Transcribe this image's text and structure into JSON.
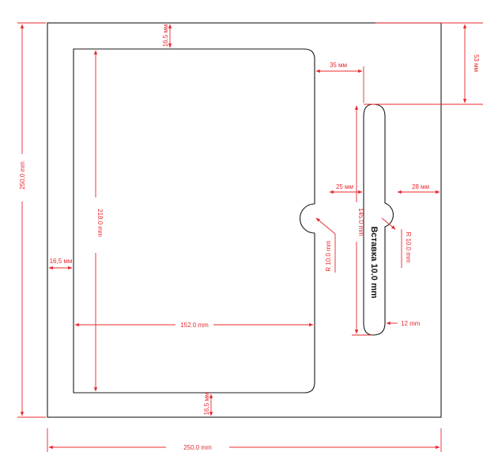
{
  "diagram": {
    "colors": {
      "outline": "#1a1a1a",
      "dimension": "#e8282e"
    },
    "insert_label": "Вставка 10.0 mm",
    "dimensions": {
      "outer_height": "250,0 mm",
      "outer_width": "250.0 mm",
      "inner_height": "218.0 mm",
      "inner_width": "152.0 mm",
      "top_margin": "16,5 мм",
      "bottom_margin": "16,5 мм",
      "left_margin": "16,5 мм",
      "right_offset": "53 мм",
      "gap_top": "35 мм",
      "gap_mid": "25 мм",
      "right_gap": "28 мм",
      "slot_height": "145.0 mm",
      "slot_width": "12 mm",
      "radius_left": "R 10.0 mm",
      "radius_right": "R 10.0 mm"
    }
  }
}
